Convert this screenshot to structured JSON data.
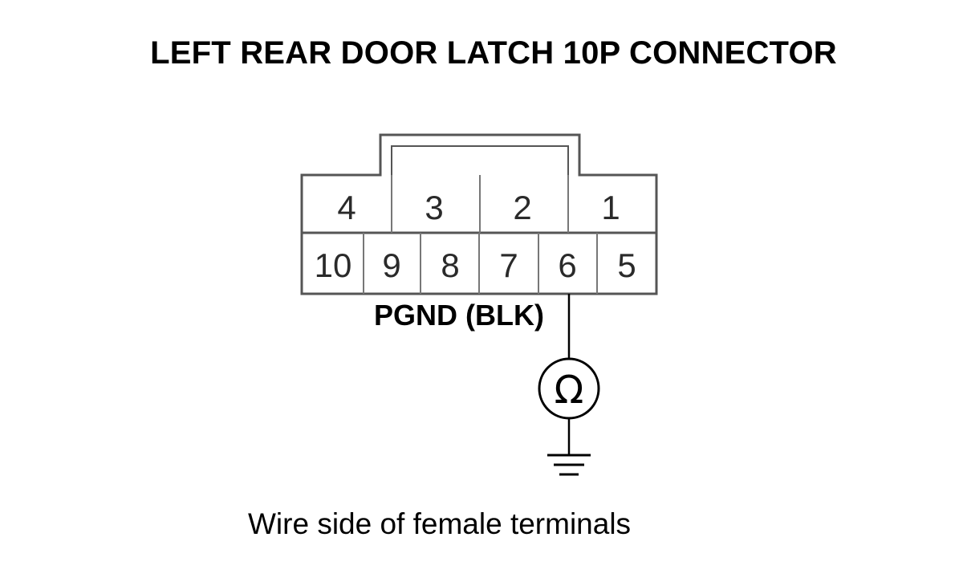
{
  "title": "LEFT REAR DOOR LATCH 10P CONNECTOR",
  "connector": {
    "top_row": [
      "4",
      "3",
      "2",
      "1"
    ],
    "bottom_row": [
      "10",
      "9",
      "8",
      "7",
      "6",
      "5"
    ]
  },
  "wire_label": "PGND (BLK)",
  "meter_symbol": "Ω",
  "caption": "Wire side of female terminals",
  "colors": {
    "line": "#555555",
    "cavity_border": "#888888",
    "text": "#000000"
  }
}
